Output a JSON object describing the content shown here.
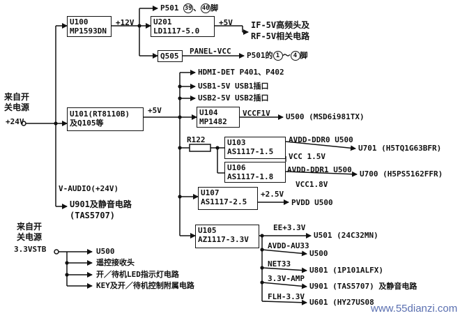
{
  "inputs": {
    "main_source": "来自开\n关电源",
    "main_voltage": "+24V",
    "standby_source": "来自开\n关电源",
    "standby_voltage": "3.3VSTB"
  },
  "chips": {
    "u100": "U100\nMP1593DN",
    "u201": "U201\nLD1117-5.0",
    "q505": "Q505",
    "u101": "U101(RT8110B)\n及Q105等",
    "u104": "U104\nMP1482",
    "r122": "R122",
    "u103": "U103\nAS1117-1.5",
    "u106": "U106\nAS1117-1.8",
    "u107": "U107\nAS1117-2.5",
    "u105": "U105\nAZ1117-3.3V"
  },
  "rails": {
    "plus12v": "+12V",
    "plus5v_tuner": "+5V",
    "panel_vcc": "PANEL-VCC",
    "plus5v_main": "+5V",
    "vccf1v": "VCCF1V",
    "avdd_ddr0": "AVDD-DDR0 U500",
    "vcc15": "VCC 1.5V",
    "avdd_ddr1": "AVDD-DDR1 U500",
    "vcc18": "VCC1.8V",
    "plus25v": "+2.5V",
    "v_audio": "V-AUDIO(+24V)",
    "ee33": "EE+3.3V",
    "avdd_au33": "AVDD-AU33",
    "net33": "NET33",
    "amp33": "3.3V-AMP",
    "flh33": "FLH-3.3V"
  },
  "loads": {
    "p501_a": "P501",
    "p501_a_pins": [
      "39",
      "40"
    ],
    "p501_a_sep": "、",
    "p501_a_suffix": "脚",
    "tuner": "IF-5V高频头及\nRF-5V相关电路",
    "p501_b": "P501的",
    "p501_b_pins": [
      "1",
      "4"
    ],
    "p501_b_sep": "～",
    "p501_b_suffix": "脚",
    "hdmi": "HDMI-DET P401、P402",
    "usb1": "USB1-5V USB1插口",
    "usb2": "USB2-5V USB2插口",
    "u500_msd": "U500 (MSD6i981TX)",
    "u701": "U701 (H5TQ1G63BFR)",
    "u700": "U700 (H5PS5162FFR)",
    "pvdd": "PVDD U500",
    "u901_audio": "U901及静音电路\n(TAS5707)",
    "u501": "U501 (24C32MN)",
    "u500_b": "U500",
    "u801": "U801 (1P101ALFX)",
    "u901_b": "U901 (TAS5707) 及静音电路",
    "u601": "U601 (HY27US08",
    "stb_u500": "U500",
    "stb_ir": "遥控接收头",
    "stb_led": "开／待机LED指示灯电路",
    "stb_key": "KEY及开／待机控制附属电路"
  },
  "watermark": "www.55dianzi.com"
}
